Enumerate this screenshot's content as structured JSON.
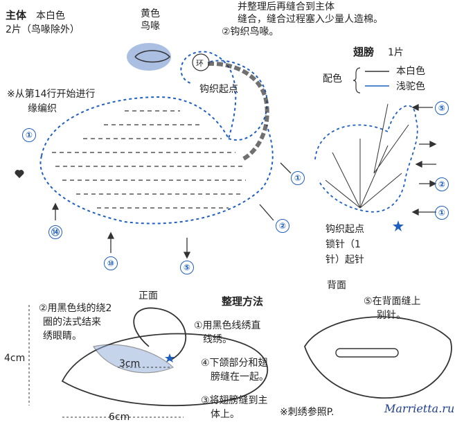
{
  "body_part": {
    "title": "主体",
    "color": "本白色",
    "count": "2片（鸟喙除外）",
    "top_note_1": "并整理后再缝合到主体",
    "top_note_2": "缝合，缝合过程塞入少量人造棉。",
    "beak_color_line1": "黄色",
    "beak_color_line2": "鸟喙",
    "beak_step": "②钩织鸟喙。",
    "ring_label": "环",
    "start_label": "钩织起点",
    "edge_note_1": "※从第14行开始进行",
    "edge_note_2": "缘编织",
    "markers": [
      "①",
      "①",
      "②",
      "⑭",
      "⑩",
      "⑤"
    ]
  },
  "wing_part": {
    "title": "翅膀",
    "count": "1片",
    "color_label": "配色",
    "color_1": "本白色",
    "color_2": "浅驼色",
    "start_line1": "钩织起点",
    "start_line2": "锁针（1",
    "start_line3": "针）起针",
    "markers": [
      "⑤",
      "②",
      "①"
    ]
  },
  "finishing": {
    "title": "整理方法",
    "front": "正面",
    "back": "背面",
    "eye_1": "②用黑色线的绕2",
    "eye_2": "圈的法式结来",
    "eye_3": "绣眼睛。",
    "step1_1": "①用黑色线绣直",
    "step1_2": "线绣。",
    "step4_1": "④下颌部分和翅",
    "step4_2": "膀缝在一起。",
    "step3_1": "③将翅膀缝到主",
    "step3_2": "体上。",
    "step5_1": "⑤在背面缝上",
    "step5_2": "别针。",
    "dim_height": "4cm",
    "dim_neck": "3cm",
    "dim_width": "6cm",
    "embroidery_ref": "※刺绣参照P."
  },
  "watermark": "Marrietta.ru",
  "colors": {
    "blue": "#1f5fbf",
    "yarn_tan": "#8faad8",
    "ink": "#333333"
  }
}
